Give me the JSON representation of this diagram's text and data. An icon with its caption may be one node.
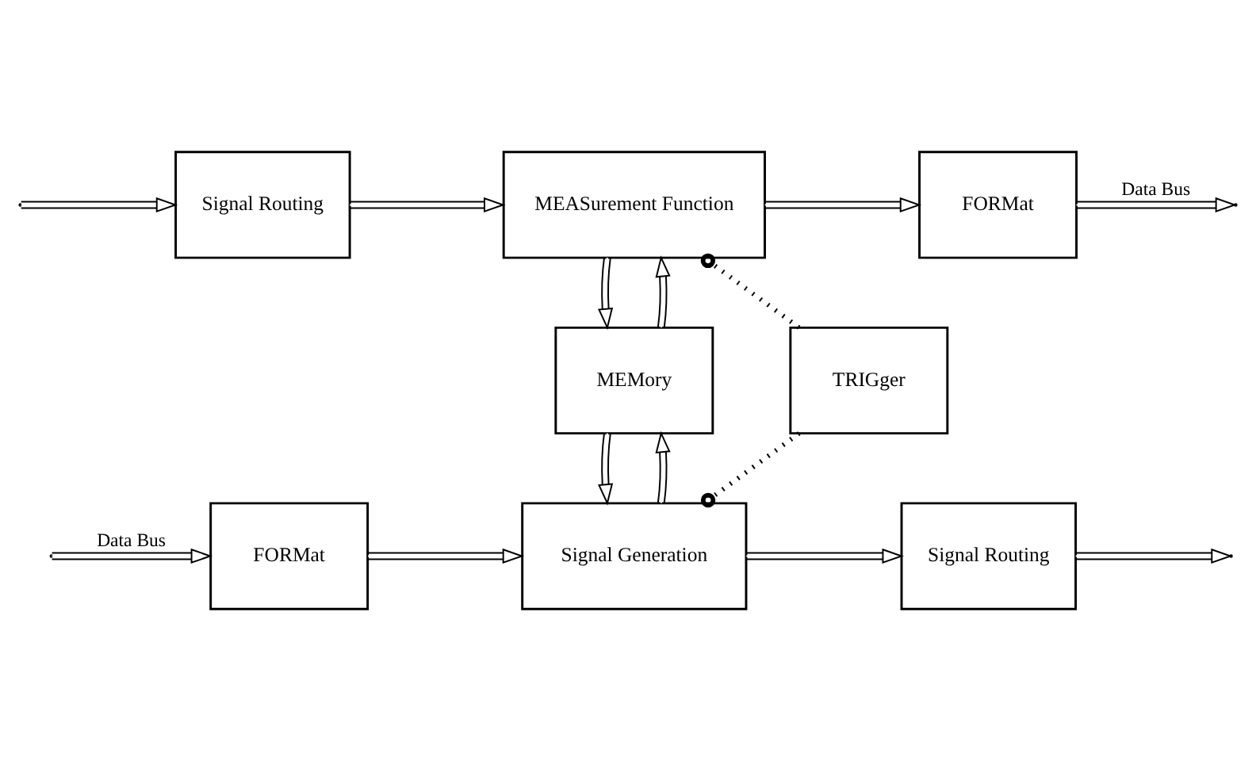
{
  "diagram": {
    "nodes": [
      {
        "text": [
          "Signal Routing"
        ]
      },
      {
        "text": [
          "MEASurement Function"
        ]
      },
      {
        "text": [
          "FORMat"
        ]
      },
      {
        "text": [
          "TRIGger"
        ]
      },
      {
        "text": [
          "MEMory"
        ]
      },
      {
        "text": [
          "Signal Routing"
        ]
      },
      {
        "text": [
          "Signal Generation"
        ]
      },
      {
        "text": [
          "FORMat"
        ]
      }
    ],
    "edges": [
      {
        "from": null,
        "to": 0,
        "arrow": "to"
      },
      {
        "from": 0,
        "to": 1,
        "arrow": "to"
      },
      {
        "from": 1,
        "to": 2,
        "arrow": "to"
      },
      {
        "from": 2,
        "to": null,
        "arrow": "to",
        "label": "Data Bus"
      },
      {
        "from": 3,
        "to": 1,
        "arrow": "other",
        "style": "dashed"
      },
      {
        "from": 1,
        "to": 4,
        "arrow": "to"
      },
      {
        "from": 4,
        "to": 1,
        "arrow": "to"
      },
      {
        "from": 3,
        "to": 6,
        "arrow": "other",
        "style": "dashed"
      },
      {
        "from": 4,
        "to": 6,
        "arrow": "to"
      },
      {
        "from": 6,
        "to": 4,
        "arrow": "to"
      },
      {
        "from": null,
        "to": 7,
        "arrow": "to",
        "label": "Data Bus"
      },
      {
        "from": 7,
        "to": 6,
        "arrow": "to"
      },
      {
        "from": 6,
        "to": 5,
        "arrow": "to"
      },
      {
        "from": 5,
        "to": null,
        "arrow": "to"
      }
    ]
  }
}
